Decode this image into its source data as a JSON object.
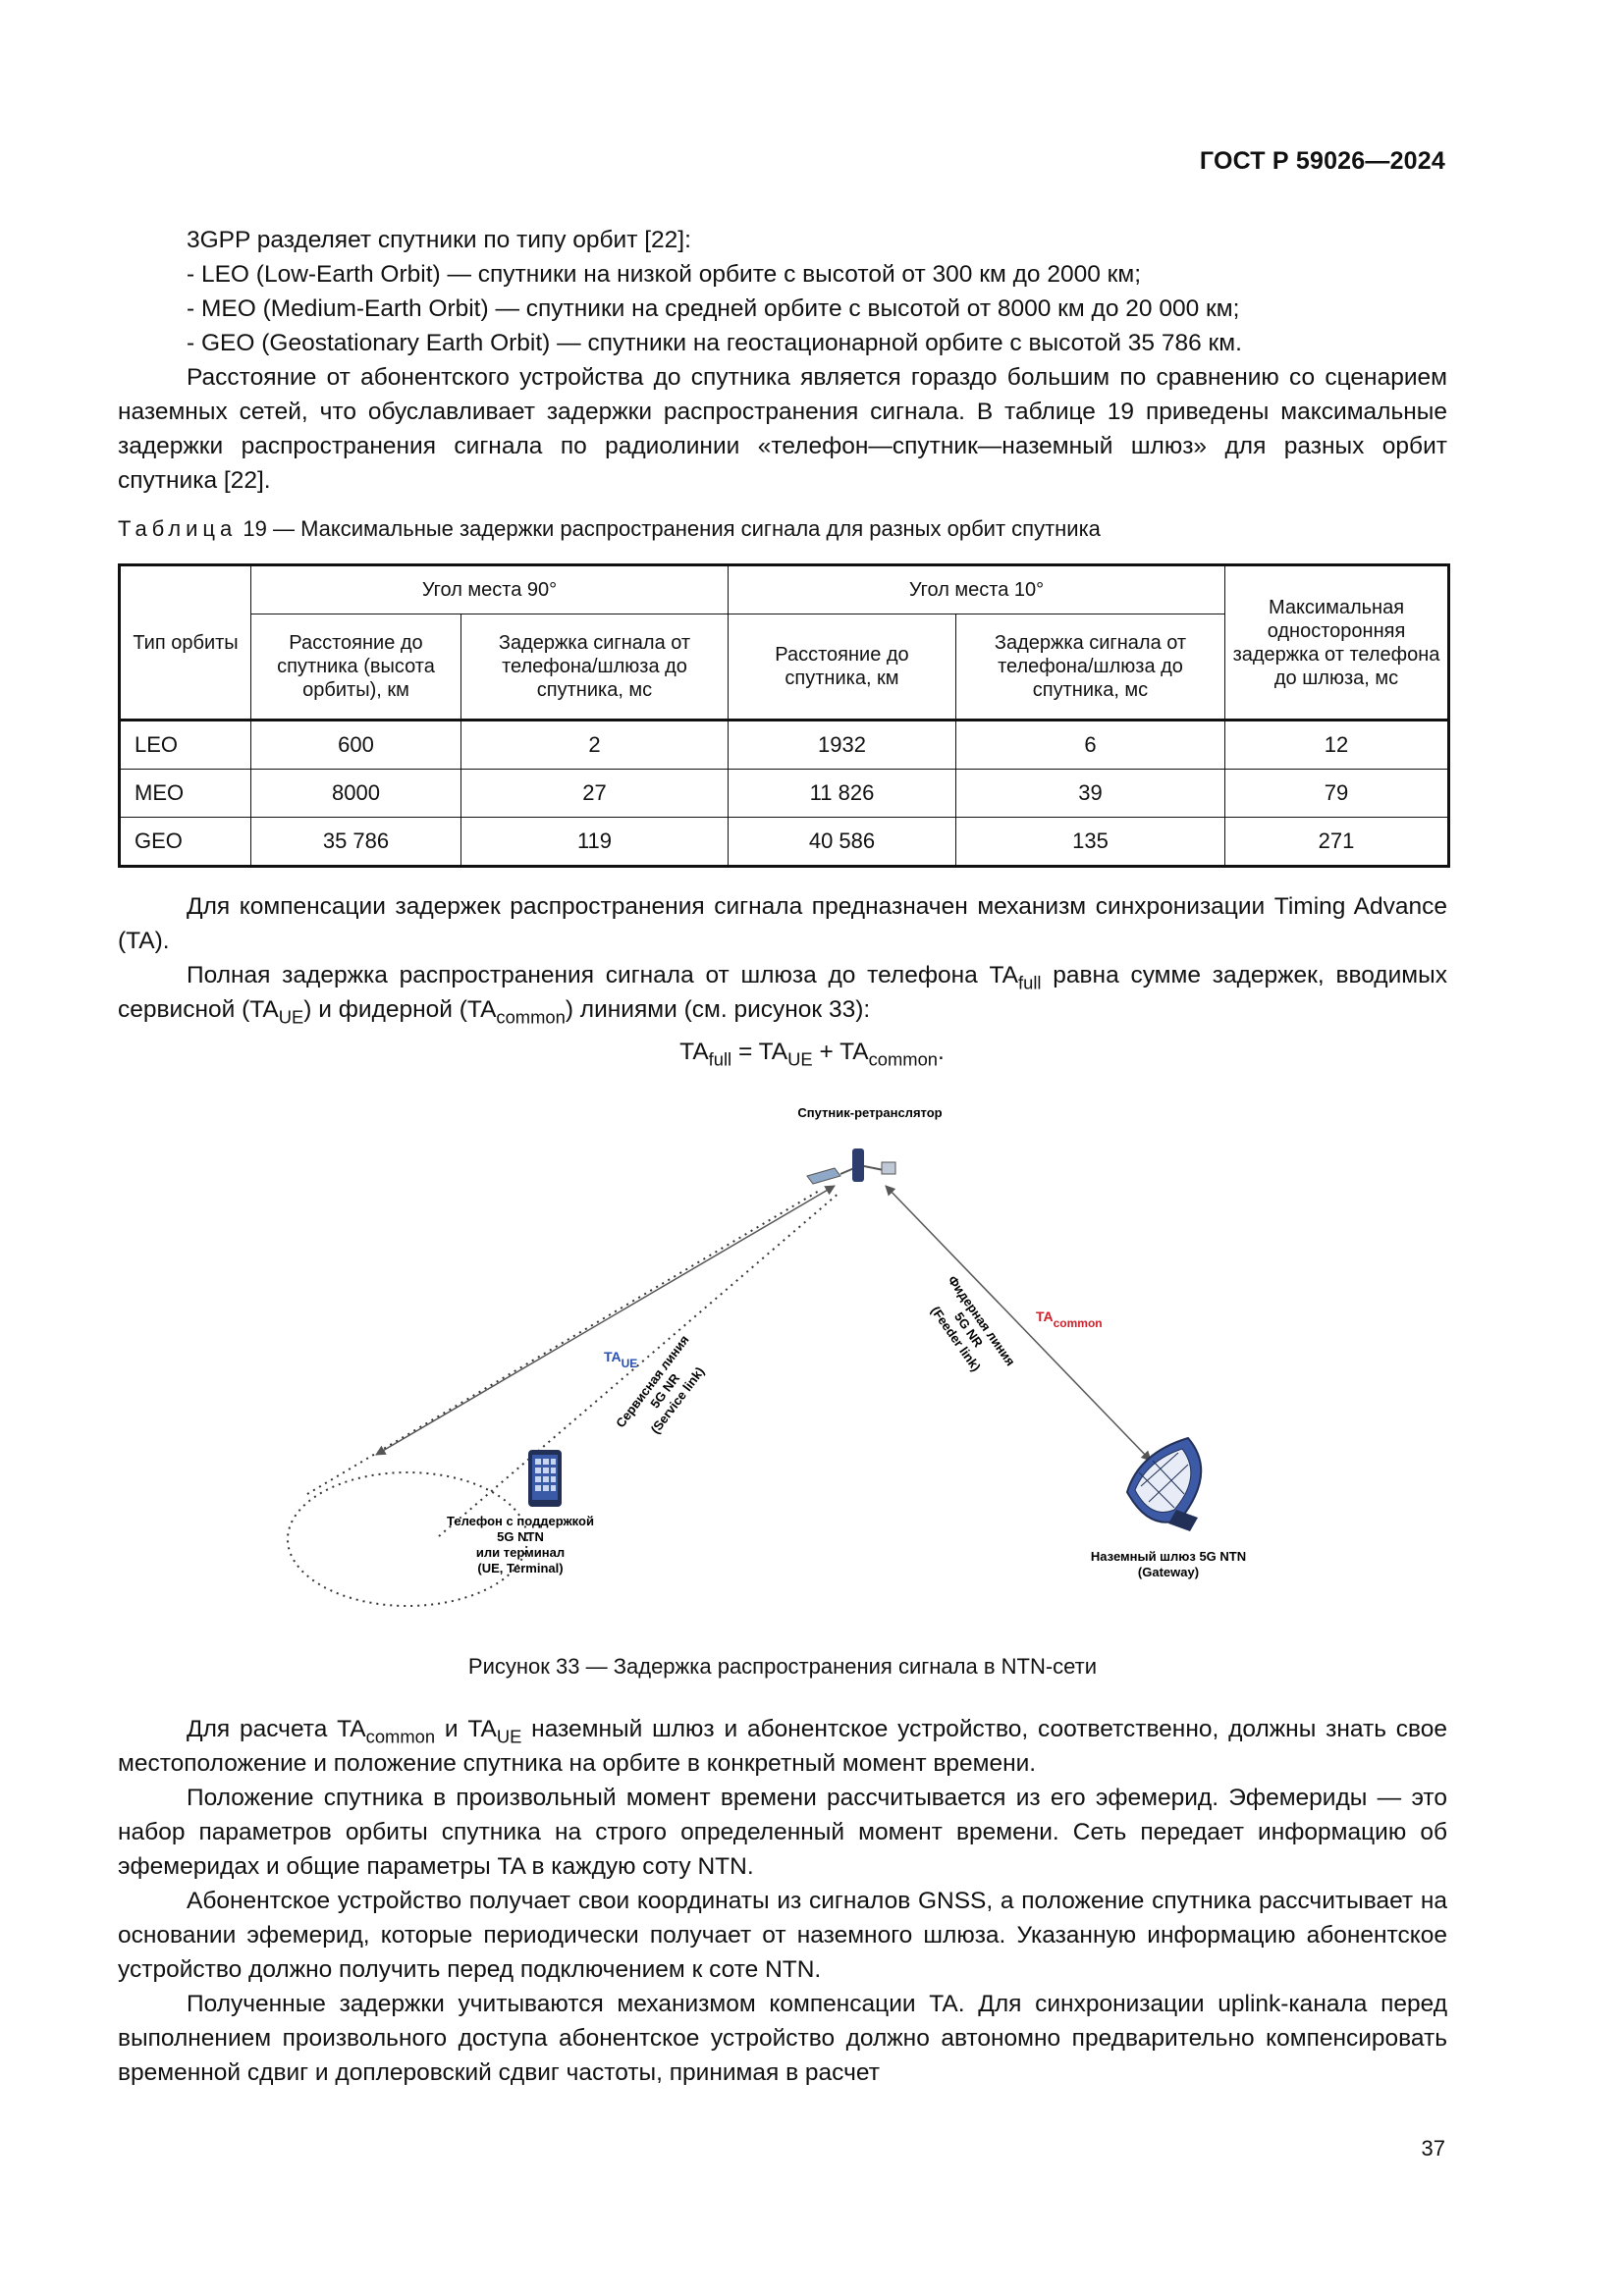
{
  "header": {
    "standard": "ГОСТ Р 59026—2024"
  },
  "intro": {
    "lines": [
      "3GPP разделяет спутники по типу орбит [22]:",
      "- LEO (Low-Earth Orbit) — спутники на низкой орбите с высотой от 300 км до 2000 км;",
      "- MEO (Medium-Earth Orbit) — спутники на средней орбите с высотой от 8000 км до 20 000 км;",
      "- GEO (Geostationary Earth Orbit) — спутники на геостационарной орбите с высотой 35 786 км."
    ],
    "paragraph": "Расстояние от абонентского устройства до спутника является гораздо большим по сравнению со сценарием наземных сетей, что обуславливает задержки распространения сигнала. В таблице 19 приведены максимальные задержки распространения сигнала по радиолинии «телефон—спутник—наземный шлюз» для разных орбит спутника [22]."
  },
  "table": {
    "caption_label": "Таблица",
    "caption_text": " 19 — Максимальные задержки распространения сигнала для разных орбит спутника",
    "headers": {
      "orbit_type": "Тип орбиты",
      "angle90": "Угол места 90°",
      "angle10": "Угол места 10°",
      "max_delay": "Максимальная односторонняя задержка от телефона до шлюза, мс",
      "dist90": "Расстояние до спутника (высота орбиты), км",
      "delay90": "Задержка сигнала от телефона/шлюза до спутника, мс",
      "dist10": "Расстояние до спутника, км",
      "delay10": "Задержка сигнала от телефона/шлюза до спутника, мс"
    },
    "rows": [
      {
        "orbit": "LEO",
        "dist90": "600",
        "delay90": "2",
        "dist10": "1932",
        "delay10": "6",
        "max": "12"
      },
      {
        "orbit": "MEO",
        "dist90": "8000",
        "delay90": "27",
        "dist10": "11 826",
        "delay10": "39",
        "max": "79"
      },
      {
        "orbit": "GEO",
        "dist90": "35 786",
        "delay90": "119",
        "dist10": "40 586",
        "delay10": "135",
        "max": "271"
      }
    ]
  },
  "middle": {
    "p1": "Для компенсации задержек распространения сигнала предназначен механизм синхронизации Timing Advance (TA).",
    "p2_a": "Полная задержка распространения сигнала от шлюза до телефона TA",
    "p2_sub_full": "full",
    "p2_b": " равна сумме задержек, вводимых сервисной (TA",
    "p2_sub_ue": "UE",
    "p2_c": ") и фидерной (TA",
    "p2_sub_common": "common",
    "p2_d": ") линиями (см. рисунок 33):"
  },
  "formula": {
    "ta": "TA",
    "sub_full": "full",
    "eq": " = TA",
    "sub_ue": "UE",
    "plus": " + TA",
    "sub_common": "common",
    "end": "."
  },
  "figure": {
    "satellite_label": "Спутник-ретранслятор",
    "service_link": [
      "Сервисная линия",
      "5G NR",
      "(Service link)"
    ],
    "feeder_link": [
      "Фидерная линия",
      "5G NR",
      "(Feeder link)"
    ],
    "ta_ue": "TA",
    "ta_ue_sub": "UE",
    "ta_common": "TA",
    "ta_common_sub": "common",
    "phone_label": [
      "Телефон с поддержкой",
      "5G NTN",
      "или терминал",
      "(UE, Terminal)"
    ],
    "gateway_label": [
      "Наземный шлюз 5G NTN",
      "(Gateway)"
    ],
    "colors": {
      "blue": "#2a4fb0",
      "red": "#d0202a"
    },
    "caption": "Рисунок 33 — Задержка распространения сигнала в NTN-сети"
  },
  "after": {
    "p1_a": "Для расчета TA",
    "p1_sub_common": "common",
    "p1_b": " и TA",
    "p1_sub_ue": "UE",
    "p1_c": " наземный шлюз и абонентское устройство, соответственно, должны знать свое местоположение и положение спутника на орбите в конкретный момент времени.",
    "p2": "Положение спутника в произвольный момент времени рассчитывается из его эфемерид. Эфемериды — это набор параметров орбиты спутника на строго определенный момент времени. Сеть передает информацию об эфемеридах и общие параметры TA в каждую соту NTN.",
    "p3": "Абонентское устройство получает свои координаты из сигналов GNSS, а положение спутника рассчитывает на основании эфемерид, которые периодически получает от наземного шлюза. Указанную информацию абонентское устройство должно получить перед подключением к соте NTN.",
    "p4": "Полученные задержки учитываются механизмом компенсации TA. Для синхронизации uplink-канала перед выполнением произвольного доступа абонентское устройство должно автономно предварительно компенсировать временной сдвиг и доплеровский сдвиг частоты, принимая в расчет"
  },
  "footer": {
    "page_number": "37"
  }
}
